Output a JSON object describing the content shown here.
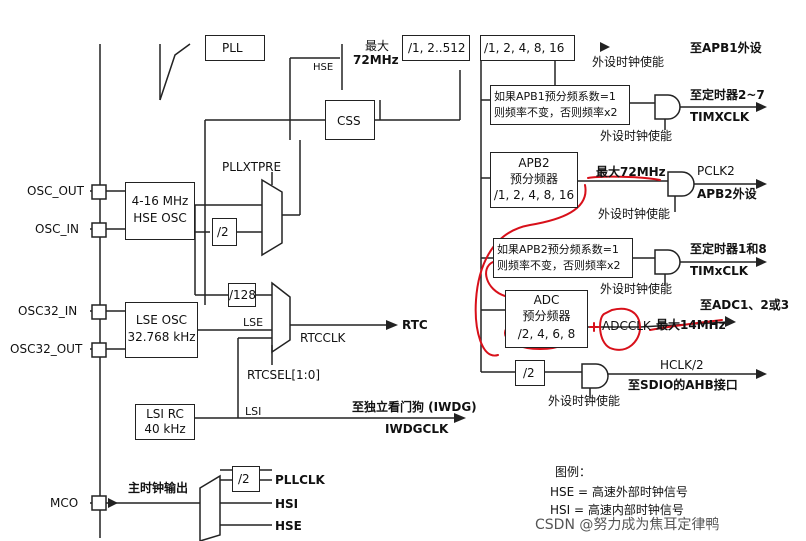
{
  "top": {
    "pll": "PLL",
    "hse": "HSE",
    "max72_a": "最大",
    "max72_b": "72MHz",
    "ahb_div": "/1, 2..512",
    "apb1_div": "/1, 2, 4, 8, 16",
    "apb1_periph": "至APB1外设",
    "apb1_enable": "外设时钟使能"
  },
  "css": "CSS",
  "pllxtpre": "PLLXTPRE",
  "hse_osc": {
    "line1": "4-16 MHz",
    "line2": "HSE OSC"
  },
  "div2": "/2",
  "div128": "/128",
  "pins": {
    "osc_out": "OSC_OUT",
    "osc_in": "OSC_IN",
    "osc32_in": "OSC32_IN",
    "osc32_out": "OSC32_OUT",
    "mco": "MCO"
  },
  "lse_osc": {
    "line1": "LSE OSC",
    "line2": "32.768 kHz"
  },
  "lse_label": "LSE",
  "rtcclk": "RTCCLK",
  "rtc": "RTC",
  "rtcsel": "RTCSEL[1:0]",
  "lsi_rc": {
    "line1": "LSI RC",
    "line2": "40 kHz"
  },
  "lsi_label": "LSI",
  "iwdg_desc": "至独立看门狗 (IWDG)",
  "iwdgclk": "IWDGCLK",
  "mco_out": "主时钟输出",
  "mco_div2": "/2",
  "pllclk": "PLLCLK",
  "hsi": "HSI",
  "hse_bottom": "HSE",
  "apb1_timer": {
    "line1": "如果APB1预分频系数=1",
    "line2": "则频率不变，否则频率x2",
    "to": "至定时器2~7",
    "clk": "TIMXCLK",
    "enable": "外设时钟使能"
  },
  "apb2": {
    "title": "APB2",
    "sub": "预分频器",
    "div": "/1, 2, 4, 8, 16",
    "max": "最大72MHz",
    "pclk2": "PCLK2",
    "periph": "APB2外设",
    "enable": "外设时钟使能"
  },
  "apb2_timer": {
    "line1": "如果APB2预分频系数=1",
    "line2": "则频率不变，否则频率x2",
    "to": "至定时器1和8",
    "clk": "TIMxCLK",
    "enable": "外设时钟使能"
  },
  "adc": {
    "title": "ADC",
    "sub": "预分频器",
    "div": "/2, 4, 6, 8",
    "adcclk": "ADCCLK",
    "max": "最大14MHz",
    "to": "至ADC1、2或3"
  },
  "sdio": {
    "div": "/2",
    "hclk2": "HCLK/2",
    "to": "至SDIO的AHB接口",
    "enable": "外设时钟使能"
  },
  "legend": {
    "title": "图例：",
    "hse": "HSE = 高速外部时钟信号",
    "hsi": "HSI = 高速内部时钟信号"
  },
  "watermark": "CSDN @努力成为焦耳定律鸭"
}
